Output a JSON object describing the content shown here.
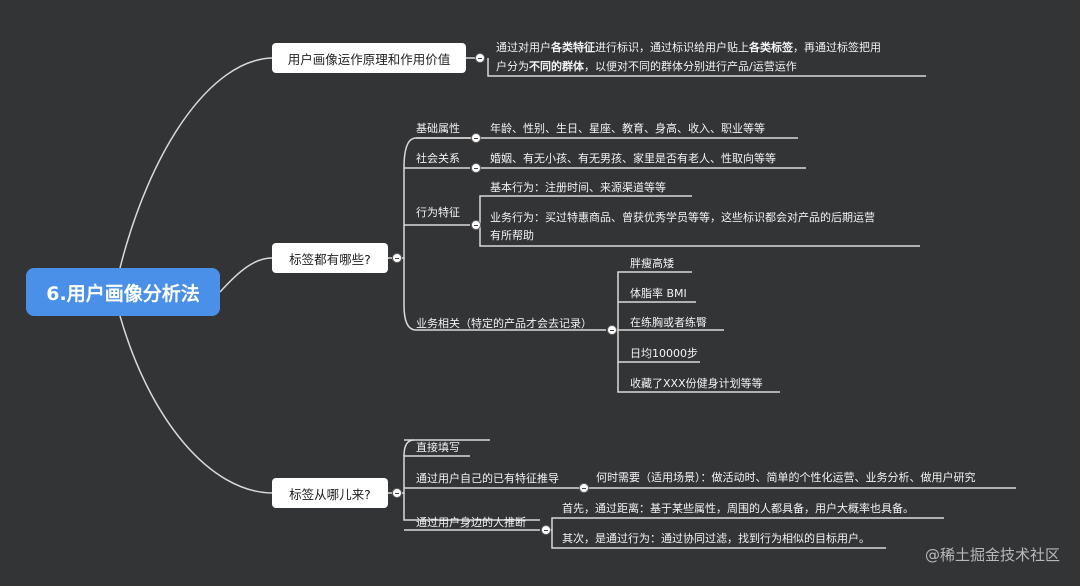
{
  "root": "6.用户画像分析法",
  "branch1": {
    "title": "用户画像运作原理和作用价值",
    "line1": [
      {
        "text": "通过对用户",
        "bold": false
      },
      {
        "text": "各类特征",
        "bold": true
      },
      {
        "text": "进行标识，通过标识给用户贴上",
        "bold": false
      },
      {
        "text": "各类标签",
        "bold": true
      },
      {
        "text": "，再通过标签把用",
        "bold": false
      }
    ],
    "line2": [
      {
        "text": "户分为",
        "bold": false
      },
      {
        "text": "不同的群体",
        "bold": true
      },
      {
        "text": "，以便对不同的群体分别进行产品/运营运作",
        "bold": false
      }
    ]
  },
  "branch2": {
    "title": "标签都有哪些?",
    "basic": "基础属性",
    "basic_desc": "年龄、性别、生日、星座、教育、身高、收入、职业等等",
    "social": "社会关系",
    "social_desc": "婚姻、有无小孩、有无男孩、家里是否有老人、性取向等等",
    "behavior": "行为特征",
    "behavior_a": "基本行为：注册时间、来源渠道等等",
    "behavior_b1": "业务行为：买过特惠商品、曾获优秀学员等等，这些标识都会对产品的后期运营",
    "behavior_b2": "有所帮助",
    "business": "业务相关（特定的产品才会去记录）",
    "business_items": [
      "胖瘦高矮",
      "体脂率  BMI",
      "在练胸或者练臀",
      "日均10000步",
      "收藏了XXX份健身计划等等"
    ]
  },
  "branch3": {
    "title": "标签从哪儿来?",
    "direct": "直接填写",
    "infer_self": "通过用户自己的已有特征推导",
    "infer_self_desc": "何时需要（适用场景）：做活动时、简单的个性化运营、业务分析、做用户研究",
    "infer_near": "通过用户身边的人推断",
    "infer_near_1": "首先，通过距离：基于某些属性，周围的人都具备，用户大概率也具备。",
    "infer_near_2": "其次，是通过行为：通过协同过滤，找到行为相似的目标用户。"
  },
  "watermark": "@稀土掘金技术社区",
  "colors": {
    "background": "#333436",
    "root": "#4a90e8",
    "line": "#d9d9d9"
  }
}
